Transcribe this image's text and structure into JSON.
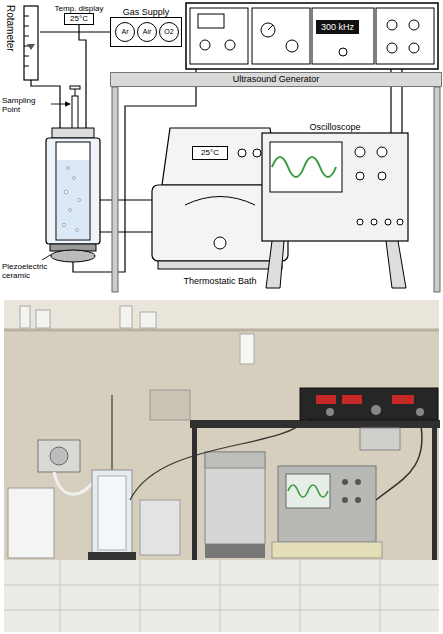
{
  "diagram": {
    "nodes": [
      {
        "text": [
          "Rotameter"
        ]
      },
      {
        "text": [
          "Temp. display",
          "25°C"
        ]
      },
      {
        "text": [
          "Gas Supply"
        ]
      },
      {
        "text": [
          "Ar"
        ],
        "in": 2
      },
      {
        "text": [
          "Air"
        ],
        "in": 2
      },
      {
        "text": [
          "O2"
        ],
        "in": 2
      },
      {
        "text": [
          "300 kHz"
        ]
      },
      {
        "text": [
          "Ultrasound Generator"
        ]
      },
      {
        "text": [
          "Thermostatic Bath"
        ]
      },
      {
        "text": [
          "25°C"
        ],
        "in": 8
      },
      {
        "text": [
          "Oscilloscope"
        ]
      }
    ],
    "edges": [
      {
        "from": 2,
        "to": 0,
        "arrow": "none"
      },
      {
        "from": 6,
        "to": 10,
        "arrow": "none"
      }
    ],
    "labels": [
      "Sampling Point",
      "Piezoelectric ceramic"
    ]
  }
}
